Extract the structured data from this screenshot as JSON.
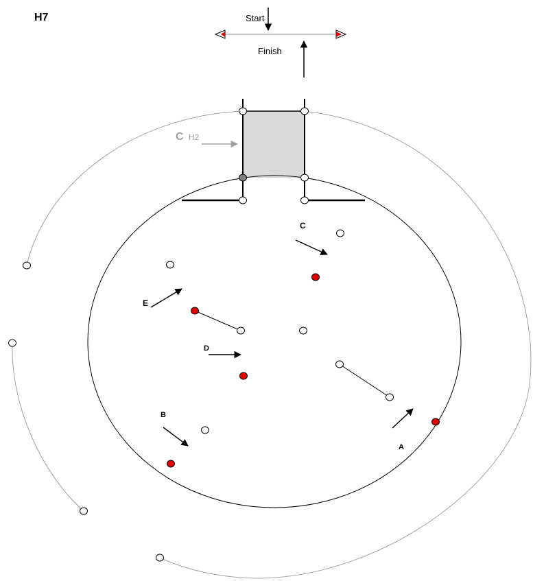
{
  "title": "H7",
  "start_label": "Start",
  "finish_label": "Finish",
  "legs": [
    {
      "letter": "A"
    },
    {
      "letter": "B"
    },
    {
      "letter": "C"
    },
    {
      "letter": "D"
    },
    {
      "letter": "E"
    }
  ],
  "gate_note": {
    "letter": "C",
    "sub": "H2"
  },
  "colors": {
    "line": "#000000",
    "outer_arc": "#a0a0a0",
    "gate_fill": "#d9d9d9",
    "mark_red": "#e00000",
    "mark_white": "#ffffff",
    "mark_gray": "#808080",
    "faded_text": "#a0a0a0"
  }
}
